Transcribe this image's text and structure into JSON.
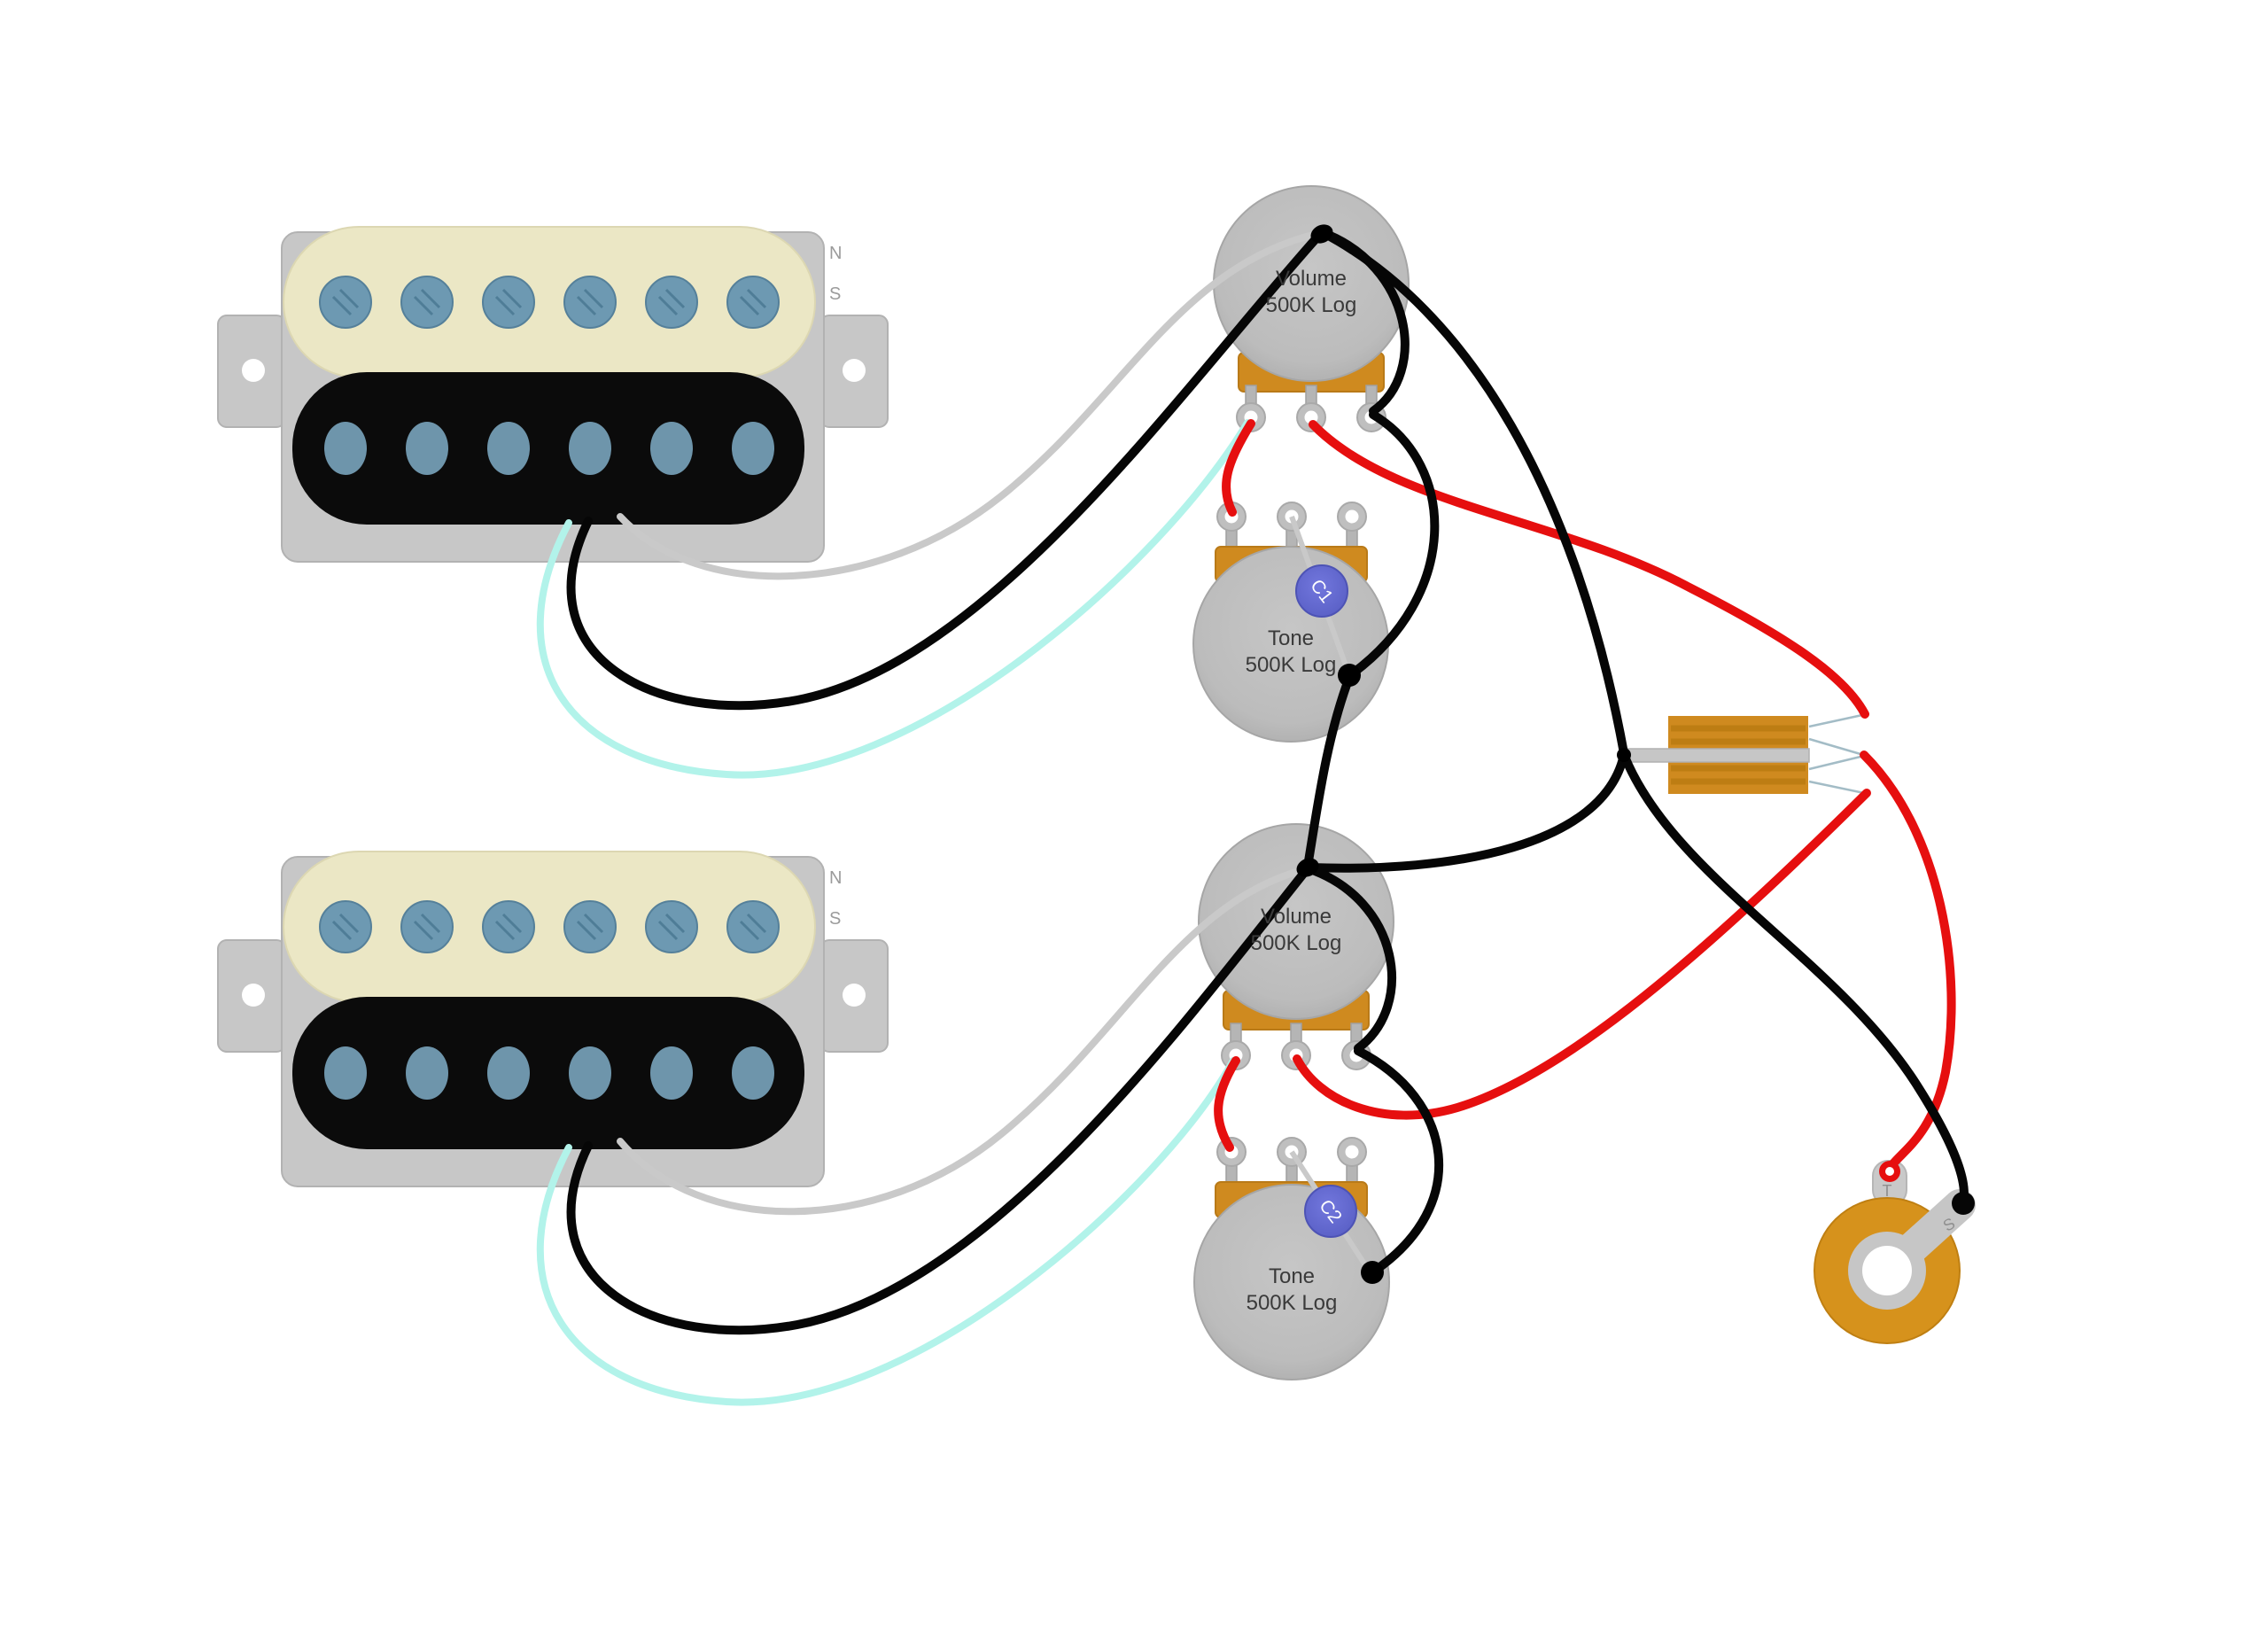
{
  "diagram": {
    "pole_labels": {
      "north": "N",
      "south": "S"
    },
    "pots": {
      "neck_volume": {
        "line1": "Volume",
        "line2": "500K Log"
      },
      "neck_tone": {
        "line1": "Tone",
        "line2": "500K Log"
      },
      "bridge_volume": {
        "line1": "Volume",
        "line2": "500K Log"
      },
      "bridge_tone": {
        "line1": "Tone",
        "line2": "500K Log"
      }
    },
    "capacitors": {
      "neck": "C1",
      "bridge": "C2"
    },
    "jack": {
      "tip": "T",
      "sleeve": "S"
    },
    "colors": {
      "hot_wire": "#e60f0f",
      "ground_wire": "#060606",
      "shield_wire": "#c9c9c9",
      "coil_start_wire": "#b2f3ea",
      "pot_body": "#bcbcbc",
      "hardware_base_orange": "#cf8a1f",
      "jack_washer_orange": "#d6921c",
      "capacitor_purple": "#6a6fd8",
      "cream_coil": "#ebe7c5",
      "black_coil": "#0b0b0b",
      "pole_piece_blue": "#6d99b2"
    }
  }
}
